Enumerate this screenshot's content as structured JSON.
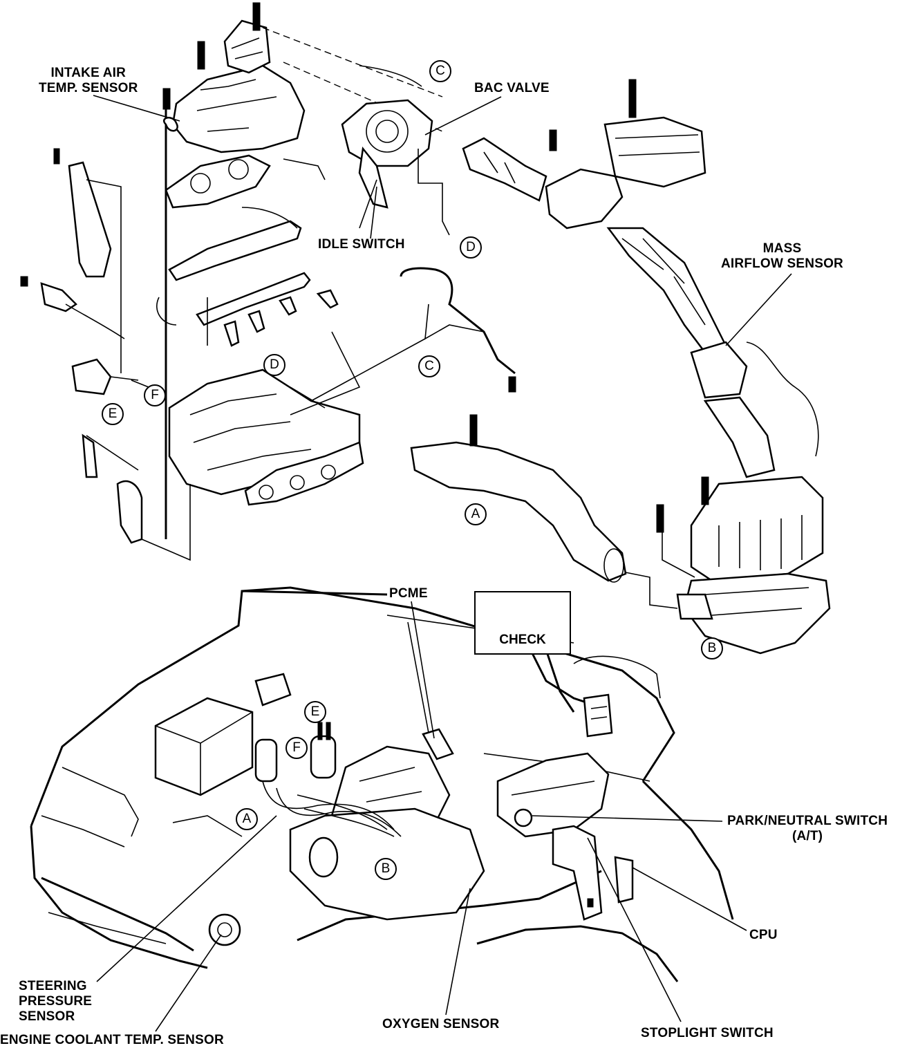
{
  "labels": {
    "intake_air_temp_sensor": "INTAKE AIR\nTEMP. SENSOR",
    "bac_valve": "BAC VALVE",
    "idle_switch": "IDLE SWITCH",
    "mass_airflow_sensor": "MASS\nAIRFLOW SENSOR",
    "pcme": "PCME",
    "check_lamp": "CHECK",
    "park_neutral_switch": "PARK/NEUTRAL SWITCH\n(A/T)",
    "cpu": "CPU",
    "steering_pressure_sensor": "STEERING\nPRESSURE\nSENSOR",
    "engine_coolant_temp_sensor": "ENGINE COOLANT TEMP. SENSOR",
    "oxygen_sensor": "OXYGEN SENSOR",
    "stoplight_switch": "STOPLIGHT SWITCH"
  },
  "callouts": {
    "a": "A",
    "b": "B",
    "c": "C",
    "d": "D",
    "e": "E",
    "f": "F"
  },
  "icons": {
    "check_engine": "engine-icon"
  },
  "colors": {
    "ink": "#000000",
    "paper": "#ffffff"
  }
}
